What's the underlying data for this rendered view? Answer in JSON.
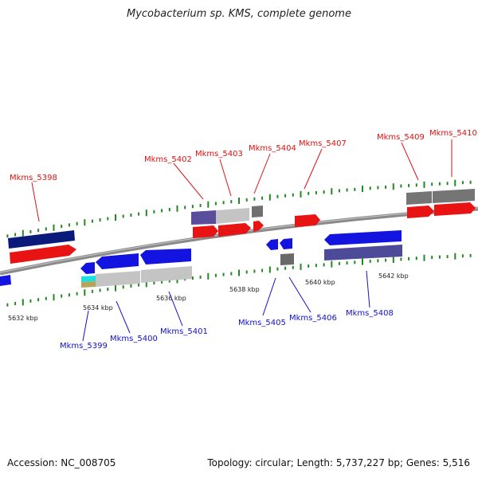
{
  "title": "Mycobacterium sp. KMS, complete genome",
  "accession_text": "Accession: NC_008705",
  "summary_text": "Topology: circular; Length: 5,737,227 bp; Genes: 5,516",
  "colors": {
    "forward_label": "#dd1111",
    "reverse_label": "#1111cc",
    "backbone": "#888888",
    "tick": "#228822"
  },
  "ticks": [
    {
      "label": "5632 kbp"
    },
    {
      "label": "5634 kbp"
    },
    {
      "label": "5636 kbp"
    },
    {
      "label": "5638 kbp"
    },
    {
      "label": "5640 kbp"
    },
    {
      "label": "5642 kbp"
    }
  ],
  "genes": [
    {
      "label": "Mkms_5398",
      "strand": "+"
    },
    {
      "label": "Mkms_5399",
      "strand": "-"
    },
    {
      "label": "Mkms_5400",
      "strand": "-"
    },
    {
      "label": "Mkms_5401",
      "strand": "-"
    },
    {
      "label": "Mkms_5402",
      "strand": "+"
    },
    {
      "label": "Mkms_5403",
      "strand": "+"
    },
    {
      "label": "Mkms_5404",
      "strand": "+"
    },
    {
      "label": "Mkms_5405",
      "strand": "-"
    },
    {
      "label": "Mkms_5406",
      "strand": "-"
    },
    {
      "label": "Mkms_5407",
      "strand": "+"
    },
    {
      "label": "Mkms_5408",
      "strand": "-"
    },
    {
      "label": "Mkms_5409",
      "strand": "+"
    },
    {
      "label": "Mkms_5410",
      "strand": "+"
    }
  ]
}
